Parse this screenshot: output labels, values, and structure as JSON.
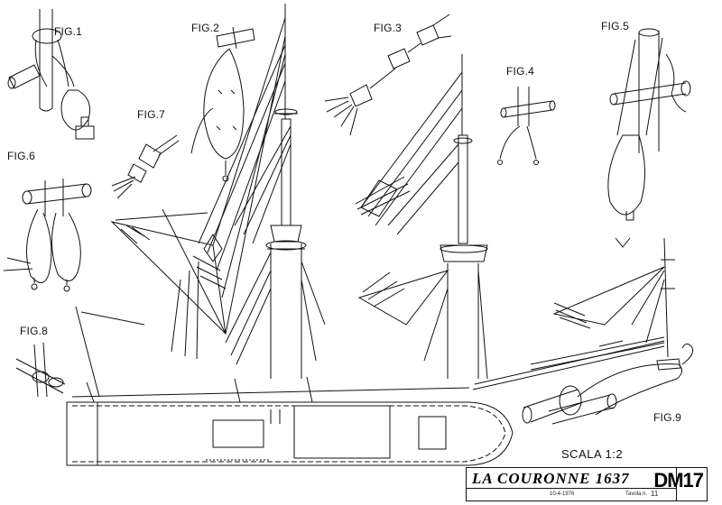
{
  "figures": {
    "fig1": "FIG.1",
    "fig2": "FIG.2",
    "fig3": "FIG.3",
    "fig4": "FIG.4",
    "fig5": "FIG.5",
    "fig6": "FIG.6",
    "fig7": "FIG.7",
    "fig8": "FIG.8",
    "fig9": "FIG.9"
  },
  "scale_label": "SCALA 1:2",
  "title_block": {
    "name": "LA COURONNE 1637",
    "code": "DM17",
    "date": "10-4-1976",
    "table_label": "Tavola n.",
    "sheet_number": "11"
  }
}
